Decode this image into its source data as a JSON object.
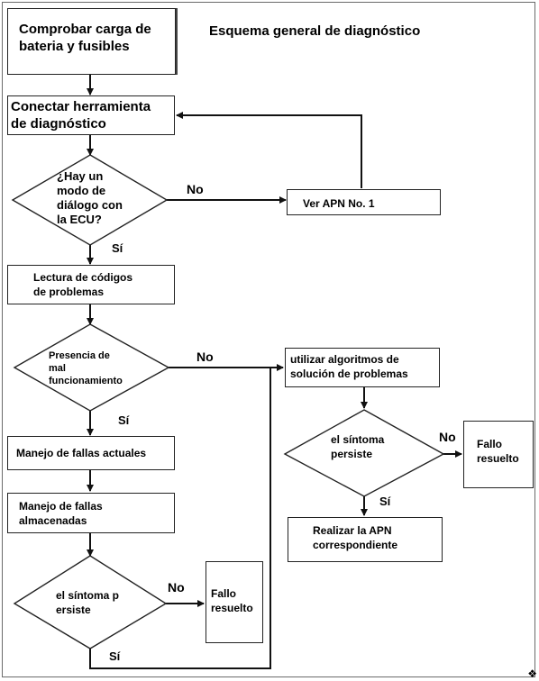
{
  "title": "Esquema general de diagnóstico",
  "boxes": {
    "check_battery": "Comprobar carga de\nbateria y fusibles",
    "connect_tool": "Conectar herramienta\nde diagnóstico",
    "see_apn": "Ver APN No. 1",
    "read_codes": "Lectura de códigos\nde problemas",
    "use_algorithms": "utilizar algoritmos de\nsolución de problemas",
    "current_faults": "Manejo de fallas actuales",
    "stored_faults": "Manejo de fallas\nalmacenadas",
    "fault_solved_right": "Fallo\nresuelto",
    "apply_apn": "Realizar la APN\ncorrespondiente",
    "fault_solved_bottom": "Fallo\nresuelto"
  },
  "decisions": {
    "ecu_dialog": "¿Hay un\nmodo de\ndiálogo con\nla ECU?",
    "malfunction": "Presencia de\nmal\nfuncionamiento",
    "symptom_right": "el síntoma\npersiste",
    "symptom_bottom": "el síntoma p\nersiste"
  },
  "labels": {
    "no": "No",
    "yes": "Sí"
  },
  "colors": {
    "line": "#111111",
    "border": "#222222",
    "background": "#ffffff"
  }
}
